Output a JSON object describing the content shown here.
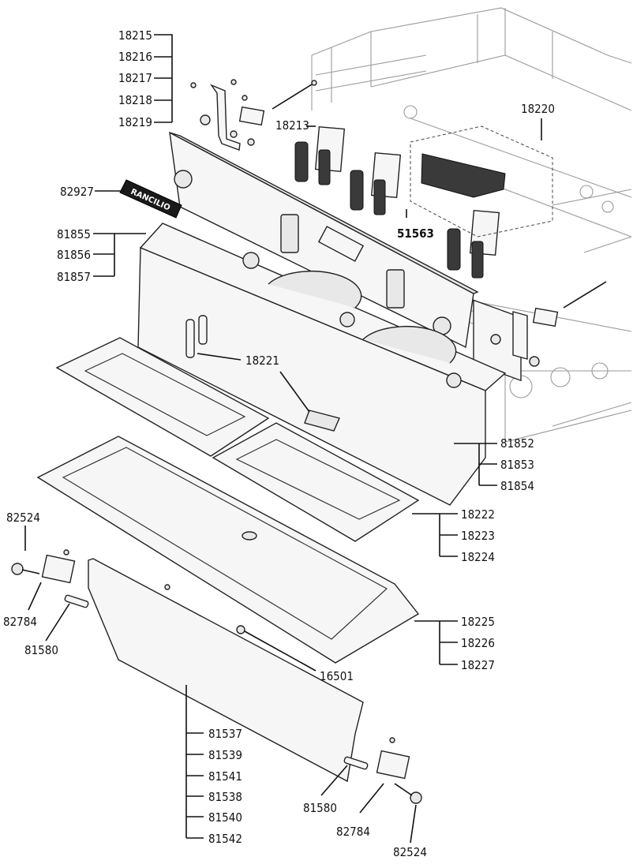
{
  "brand": {
    "logo_text": "RANCILIO"
  },
  "label_groups": {
    "top_left_stack": [
      "18215",
      "18216",
      "18217",
      "18218",
      "18219"
    ],
    "panel_right_top": [
      "18220"
    ],
    "switch_block": [
      "18213"
    ],
    "switch_code": [
      "51563"
    ],
    "badge": [
      "82927"
    ],
    "inner_panel": [
      "81855",
      "81856",
      "81857"
    ],
    "rail": [
      "18221"
    ],
    "side_cover": [
      "81852",
      "81853",
      "81854"
    ],
    "grids": [
      "18222",
      "18223",
      "18224"
    ],
    "drip_tray": [
      "18225",
      "18226",
      "18227"
    ],
    "screw": [
      "16501"
    ],
    "hinge_left_knob": [
      "82524"
    ],
    "hinge_left": [
      "82784"
    ],
    "pin_left": [
      "81580"
    ],
    "front_cover": [
      "81537",
      "81539",
      "81541",
      "81538",
      "81540",
      "81542"
    ],
    "pin_right": [
      "81580"
    ],
    "hinge_right": [
      "82784"
    ],
    "hinge_right_knob": [
      "82524"
    ]
  }
}
